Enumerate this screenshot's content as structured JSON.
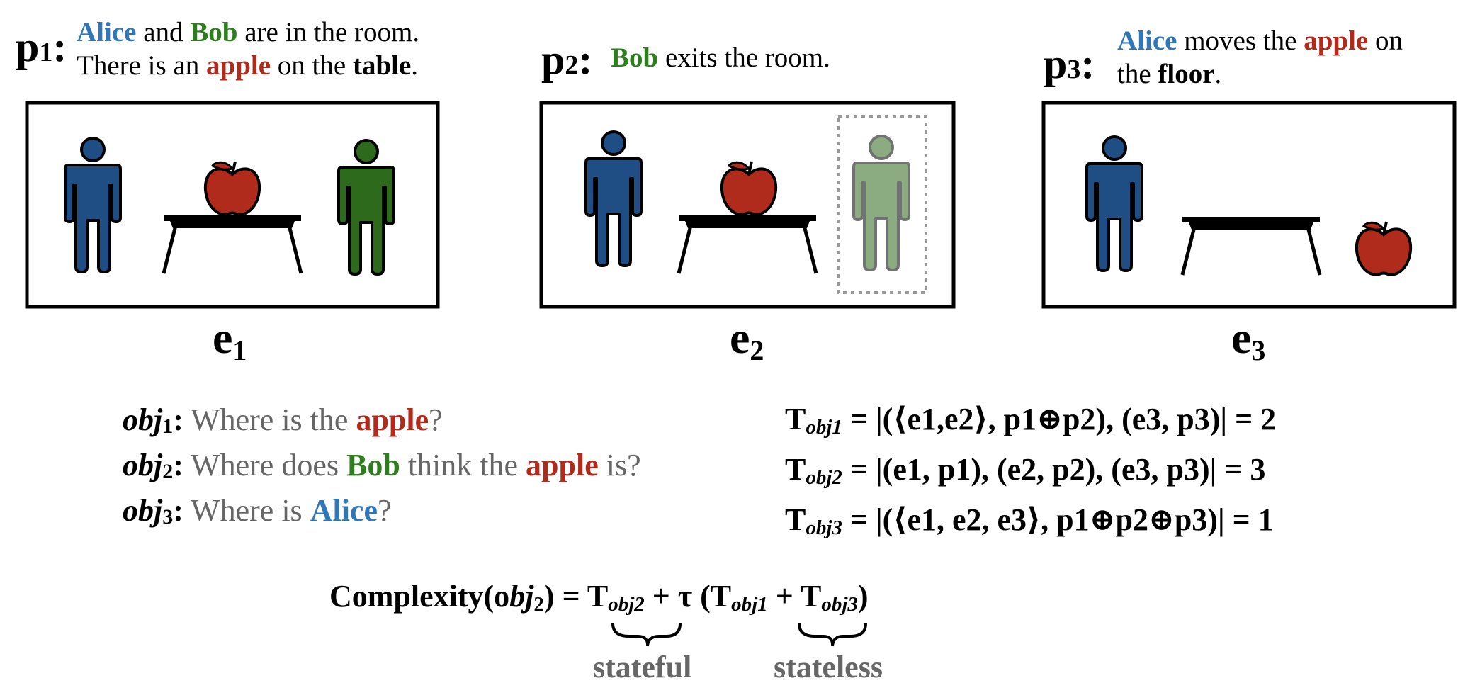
{
  "panels": [
    {
      "p_letter": "p",
      "p_index": "1",
      "p_colon": ":",
      "caption_line1": [
        "Alice",
        " and ",
        "Bob",
        " are in the room."
      ],
      "caption_line2": [
        "There is an ",
        "apple",
        " on the ",
        "table",
        "."
      ],
      "e_letter": "e",
      "e_index": "1"
    },
    {
      "p_letter": "p",
      "p_index": "2",
      "p_colon": ":",
      "caption_line1": [
        "Bob",
        " exits the room."
      ],
      "e_letter": "e",
      "e_index": "2"
    },
    {
      "p_letter": "p",
      "p_index": "3",
      "p_colon": ":",
      "caption_line1": [
        "Alice",
        " moves the ",
        "apple",
        " on"
      ],
      "caption_line2": [
        "the ",
        "floor",
        "."
      ],
      "e_letter": "e",
      "e_index": "3"
    }
  ],
  "questions": [
    {
      "tag": "obj",
      "index": "1",
      "colon": ":",
      "parts": [
        " Where is the ",
        "apple",
        "?"
      ]
    },
    {
      "tag": "obj",
      "index": "2",
      "colon": ":",
      "parts": [
        " Where does ",
        "Bob",
        " think the ",
        "apple",
        " is?"
      ]
    },
    {
      "tag": "obj",
      "index": "3",
      "colon": ":",
      "parts": [
        " Where is ",
        "Alice",
        "?"
      ]
    }
  ],
  "formulas": [
    {
      "T": "T",
      "sub": "obj1",
      "rhs": " = |(⟨e1,e2⟩, p1⊕p2), (e3, p3)| = 2"
    },
    {
      "T": "T",
      "sub": "obj2",
      "rhs": " = |(e1, p1), (e2, p2), (e3, p3)| = 3"
    },
    {
      "T": "T",
      "sub": "obj3",
      "rhs": " = |(⟨e1, e2, e3⟩, p1⊕p2⊕p3)| = 1"
    }
  ],
  "complexity": {
    "lhs": "Complexity(o",
    "lhs_obj": "bj",
    "lhs_idx": "2",
    "lhs_close": ") = T",
    "t1_sub": "obj2",
    "middle": " + τ (T",
    "t2_sub": "obj1",
    "plus": " +  T",
    "t3_sub": "obj3",
    "close": ")",
    "stateful_label": "stateful",
    "stateless_label": "stateless"
  },
  "colors": {
    "alice": "#2f77b8",
    "bob": "#2e7d1f",
    "apple": "#b02b1b",
    "alice_figure": "#1f4e85",
    "bob_figure": "#2d6a1b",
    "bob_ghost": "#94bb8a",
    "muted_text": "#666666"
  },
  "icons": [
    "person-icon",
    "apple-icon",
    "table-icon"
  ]
}
